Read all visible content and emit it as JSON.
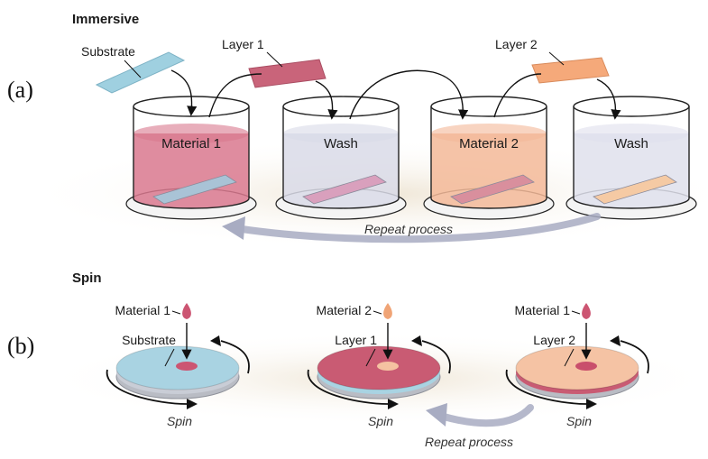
{
  "panels": [
    {
      "letter": "(a)",
      "heading": "Immersive",
      "labels": {
        "substrate": "Substrate",
        "layer1": "Layer 1",
        "layer2": "Layer 2"
      },
      "beakers": [
        {
          "label": "Material 1",
          "liquid": "#d9788e",
          "slide": "#a9c3d6"
        },
        {
          "label": "Wash",
          "liquid": "#d9dbe8",
          "slide": "#d9a0bd"
        },
        {
          "label": "Material 2",
          "liquid": "#f3b898",
          "slide": "#d98f9d"
        },
        {
          "label": "Wash",
          "liquid": "#dfe0ec",
          "slide": "#f5caa4"
        }
      ],
      "repeat": "Repeat process"
    },
    {
      "letter": "(b)",
      "heading": "Spin",
      "discs": [
        {
          "drop_label": "Material 1",
          "base_label": "Substrate",
          "top": "#a9d3e2",
          "spot": "#cc5572",
          "drop": "#cc5572"
        },
        {
          "drop_label": "Material 2",
          "base_label": "Layer 1",
          "top": "#c95b73",
          "spot": "#f5c2a1",
          "drop": "#f0a476"
        },
        {
          "drop_label": "Material 1",
          "base_label": "Layer 2",
          "top": "#f5c3a4",
          "spot": "#c94f6c",
          "drop": "#cc5572"
        }
      ],
      "spin_label": "Spin",
      "repeat": "Repeat process"
    }
  ],
  "colors": {
    "substrate_slide": "#9fd0e0",
    "layer1_slide": "#c9647a",
    "layer2_slide": "#f5a97a",
    "arrow_gray": "#a8acc2",
    "table": "#ece3d4"
  }
}
